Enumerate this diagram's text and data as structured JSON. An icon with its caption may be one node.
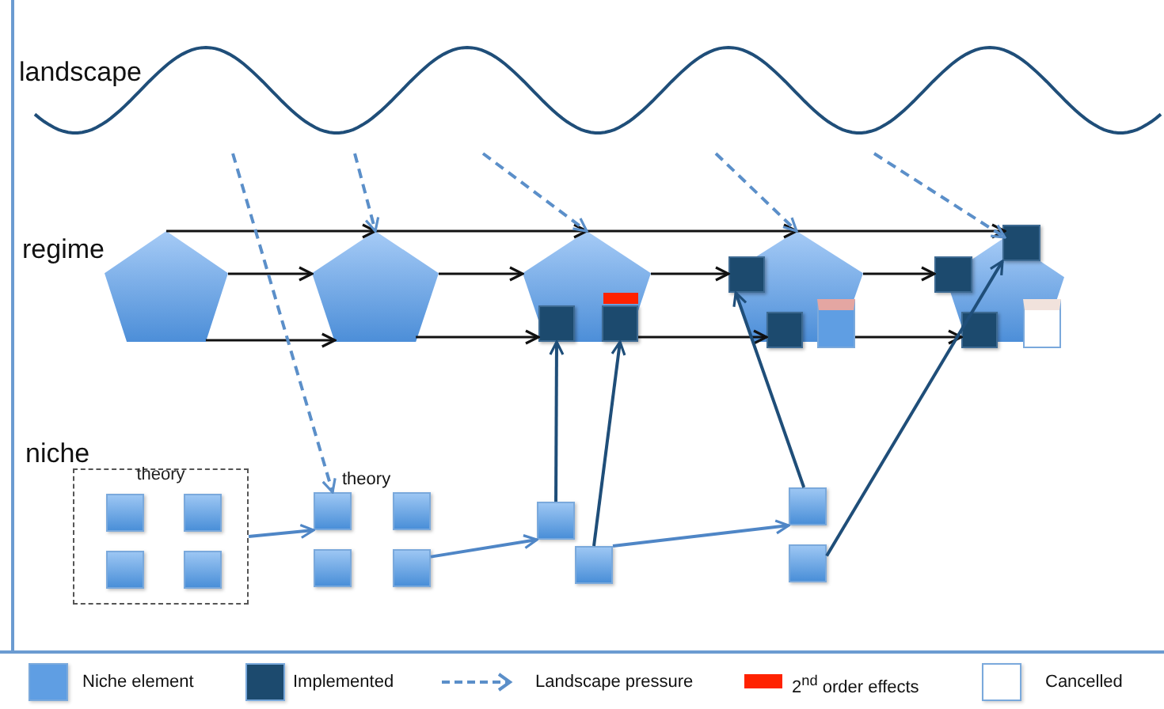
{
  "diagram": {
    "nodes": [
      {
        "text": [
          "theory"
        ]
      },
      {
        "text": [],
        "shape": "box",
        "in": 0
      },
      {
        "text": [],
        "shape": "box",
        "in": 0
      },
      {
        "text": [],
        "shape": "box",
        "in": 0
      },
      {
        "text": [],
        "shape": "box",
        "in": 0
      },
      {
        "text": [],
        "shape": "box"
      },
      {
        "text": [],
        "shape": "box"
      },
      {
        "text": [],
        "shape": "box"
      },
      {
        "text": [],
        "shape": "box"
      },
      {
        "text": [],
        "shape": "box"
      },
      {
        "text": [],
        "shape": "box"
      },
      {
        "text": [],
        "shape": "box"
      },
      {
        "text": [],
        "shape": "box"
      },
      {
        "text": [],
        "shape": "pentagon"
      },
      {
        "text": [],
        "shape": "pentagon"
      },
      {
        "text": [],
        "shape": "pentagon"
      },
      {
        "text": [],
        "shape": "pentagon"
      },
      {
        "text": [],
        "shape": "pentagon"
      },
      {
        "text": [],
        "shape": "box",
        "in": 15
      },
      {
        "text": [],
        "shape": "box",
        "in": 15
      },
      {
        "text": [],
        "shape": "box",
        "in": 16
      },
      {
        "text": [],
        "shape": "box",
        "in": 16
      },
      {
        "text": [],
        "shape": "box",
        "in": 16
      },
      {
        "text": [],
        "shape": "box"
      },
      {
        "text": [],
        "shape": "box",
        "in": 17
      },
      {
        "text": [],
        "shape": "box",
        "in": 17
      },
      {
        "text": [],
        "shape": "box",
        "in": 17
      }
    ],
    "edges": [
      {
        "from": 13,
        "to": 14,
        "arrow": "to"
      },
      {
        "from": 14,
        "to": 15,
        "arrow": "to"
      },
      {
        "from": 15,
        "to": 16,
        "arrow": "to"
      },
      {
        "from": 16,
        "to": 17,
        "arrow": "to"
      },
      {
        "from": 13,
        "to": 14,
        "arrow": "to"
      },
      {
        "from": 14,
        "to": 15,
        "arrow": "to"
      },
      {
        "from": 15,
        "to": 20,
        "arrow": "to"
      },
      {
        "from": 16,
        "to": 24,
        "arrow": "to"
      },
      {
        "from": 13,
        "to": 14,
        "arrow": "to"
      },
      {
        "from": 14,
        "to": 18,
        "arrow": "to"
      },
      {
        "from": 19,
        "to": 21,
        "arrow": "to"
      },
      {
        "from": 22,
        "to": 25,
        "arrow": "to"
      },
      {
        "from": 9,
        "to": 18,
        "arrow": "to",
        "color": "#1f4e79"
      },
      {
        "from": 10,
        "to": 19,
        "arrow": "to",
        "color": "#1f4e79"
      },
      {
        "from": 11,
        "to": 20,
        "arrow": "to",
        "color": "#1f4e79"
      },
      {
        "from": 12,
        "to": 23,
        "arrow": "to",
        "color": "#1f4e79"
      },
      {
        "from": null,
        "to": 5,
        "arrow": "to",
        "style": "dashed",
        "color": "#5b8fc9"
      },
      {
        "from": null,
        "to": 14,
        "arrow": "to",
        "style": "dashed",
        "color": "#5b8fc9"
      },
      {
        "from": null,
        "to": 15,
        "arrow": "to",
        "style": "dashed",
        "color": "#5b8fc9"
      },
      {
        "from": null,
        "to": 16,
        "arrow": "to",
        "style": "dashed",
        "color": "#5b8fc9"
      },
      {
        "from": null,
        "to": 17,
        "arrow": "to",
        "style": "dashed",
        "color": "#5b8fc9"
      },
      {
        "from": 0,
        "to": 5,
        "arrow": "to",
        "color": "#4f86c6"
      },
      {
        "from": 8,
        "to": 9,
        "arrow": "to",
        "color": "#4f86c6"
      },
      {
        "from": 10,
        "to": 11,
        "arrow": "to",
        "color": "#4f86c6"
      }
    ],
    "labels": [
      "landscape",
      "regime",
      "niche",
      "theory"
    ],
    "legend": [
      {
        "text": "Niche element",
        "color": "#5f9ee3"
      },
      {
        "text": "Implemented",
        "color": "#1c4a6e"
      },
      {
        "text": "Landscape pressure"
      },
      {
        "text": "2$^{nd}$ order effects",
        "color": "#ff2200"
      },
      {
        "text": "Cancelled",
        "color": "#ffffff"
      }
    ]
  }
}
